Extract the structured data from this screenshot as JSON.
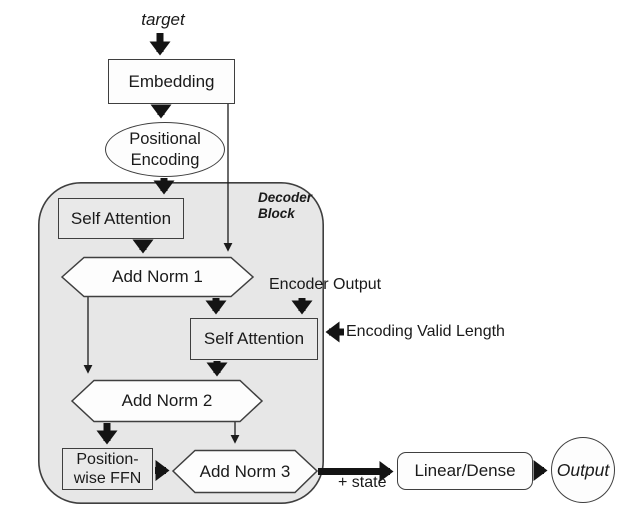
{
  "diagram_title": "Transformer Decoder Block flow diagram",
  "nodes": {
    "embedding": {
      "label": "Embedding",
      "shape": "rectangle"
    },
    "positional_encoding": {
      "line1": "Positional",
      "line2": "Encoding",
      "shape": "ellipse"
    },
    "self_attention_1": {
      "label": "Self Attention",
      "shape": "rectangle"
    },
    "add_norm_1": {
      "label": "Add Norm 1",
      "shape": "hexagon"
    },
    "self_attention_2": {
      "label": "Self Attention",
      "shape": "rectangle"
    },
    "add_norm_2": {
      "label": "Add Norm 2",
      "shape": "hexagon"
    },
    "position_wise_ffn": {
      "line1": "Position-",
      "line2": "wise FFN",
      "shape": "rectangle"
    },
    "add_norm_3": {
      "label": "Add Norm 3",
      "shape": "hexagon"
    },
    "linear_dense": {
      "label": "Linear/Dense",
      "shape": "rounded-rectangle"
    },
    "output": {
      "label": "Output",
      "shape": "circle"
    }
  },
  "labels": {
    "target": "target",
    "decoder_block": {
      "line1": "Decoder",
      "line2": "Block"
    },
    "encoder_output": "Encoder Output",
    "encoding_valid_length": "Encoding Valid Length",
    "plus_state": "+ state"
  },
  "edges": [
    {
      "from": "target",
      "to": "embedding",
      "style": "thick"
    },
    {
      "from": "embedding",
      "to": "positional_encoding",
      "style": "thick"
    },
    {
      "from": "positional_encoding",
      "to": "self_attention_1",
      "style": "thick"
    },
    {
      "from": "self_attention_1",
      "to": "add_norm_1",
      "style": "thick"
    },
    {
      "from": "embedding",
      "to": "add_norm_1",
      "style": "thin"
    },
    {
      "from": "add_norm_1",
      "to": "self_attention_2",
      "style": "thick"
    },
    {
      "from": "encoder_output",
      "to": "self_attention_2",
      "style": "thick"
    },
    {
      "from": "encoding_valid_length",
      "to": "self_attention_2",
      "style": "thick"
    },
    {
      "from": "add_norm_1",
      "to": "add_norm_2",
      "style": "thin"
    },
    {
      "from": "self_attention_2",
      "to": "add_norm_2",
      "style": "thick"
    },
    {
      "from": "add_norm_2",
      "to": "position_wise_ffn",
      "style": "thick"
    },
    {
      "from": "add_norm_2",
      "to": "add_norm_3",
      "style": "thin"
    },
    {
      "from": "position_wise_ffn",
      "to": "add_norm_3",
      "style": "thick"
    },
    {
      "from": "add_norm_3",
      "to": "linear_dense",
      "style": "thick",
      "label": "+ state"
    },
    {
      "from": "linear_dense",
      "to": "output",
      "style": "thick"
    }
  ],
  "colors": {
    "background": "#ffffff",
    "decoder_block_fill": "#e7e7e7",
    "node_fill_white": "#fdfdfd",
    "node_fill_gray": "#e9e9e9",
    "border": "#3f3f3f",
    "arrow": "#141414",
    "text": "#1a1a1a"
  }
}
